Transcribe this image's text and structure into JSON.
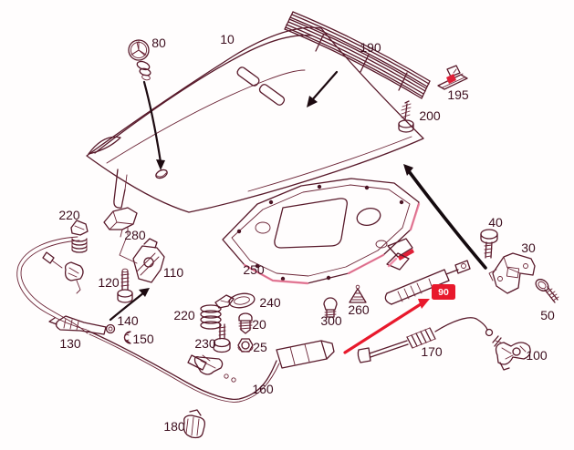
{
  "diagram": {
    "background_color": "#fffdfd",
    "line_color": "#58192a",
    "label_color": "#3d0f1f",
    "arrow_color": "#1c0a10",
    "highlight_color": "#e8192c",
    "pink_accent_color": "#ee7a9a",
    "highlight_label": "90",
    "part_labels": {
      "10": "10",
      "20": "20",
      "25": "25",
      "30": "30",
      "40": "40",
      "50": "50",
      "80": "80",
      "100": "100",
      "110": "110",
      "120": "120",
      "130": "130",
      "140": "140",
      "150": "150",
      "160": "160",
      "170": "170",
      "180": "180",
      "190": "190",
      "195": "195",
      "200": "200",
      "220a": "220",
      "220b": "220",
      "230": "230",
      "240": "240",
      "250": "250",
      "260": "260",
      "280": "280",
      "300": "300"
    }
  }
}
